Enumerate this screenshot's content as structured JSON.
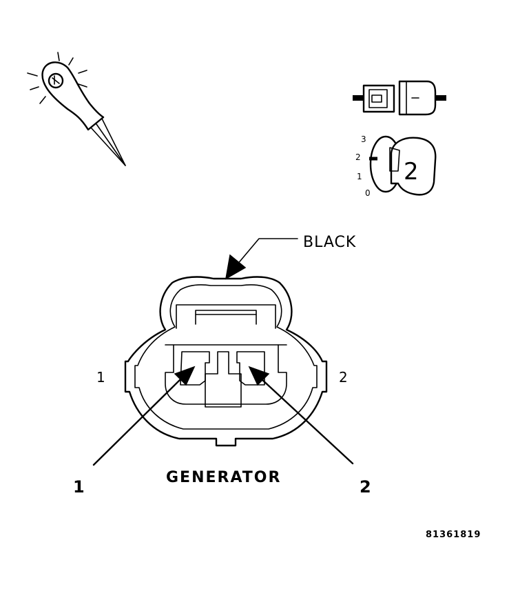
{
  "diagram": {
    "connector_color_label": "BLACK",
    "component_label": "GENERATOR",
    "figure_number": "81361819",
    "cavity_labels": {
      "left": "1",
      "right": "2"
    },
    "callouts": {
      "left": "1",
      "right": "2"
    },
    "key_icon": {
      "scale": [
        "3",
        "2",
        "1",
        "0"
      ],
      "position_digit": "2"
    },
    "icons": [
      "test-probe-icon",
      "connector-unplugged-icon",
      "ignition-key-icon"
    ]
  }
}
